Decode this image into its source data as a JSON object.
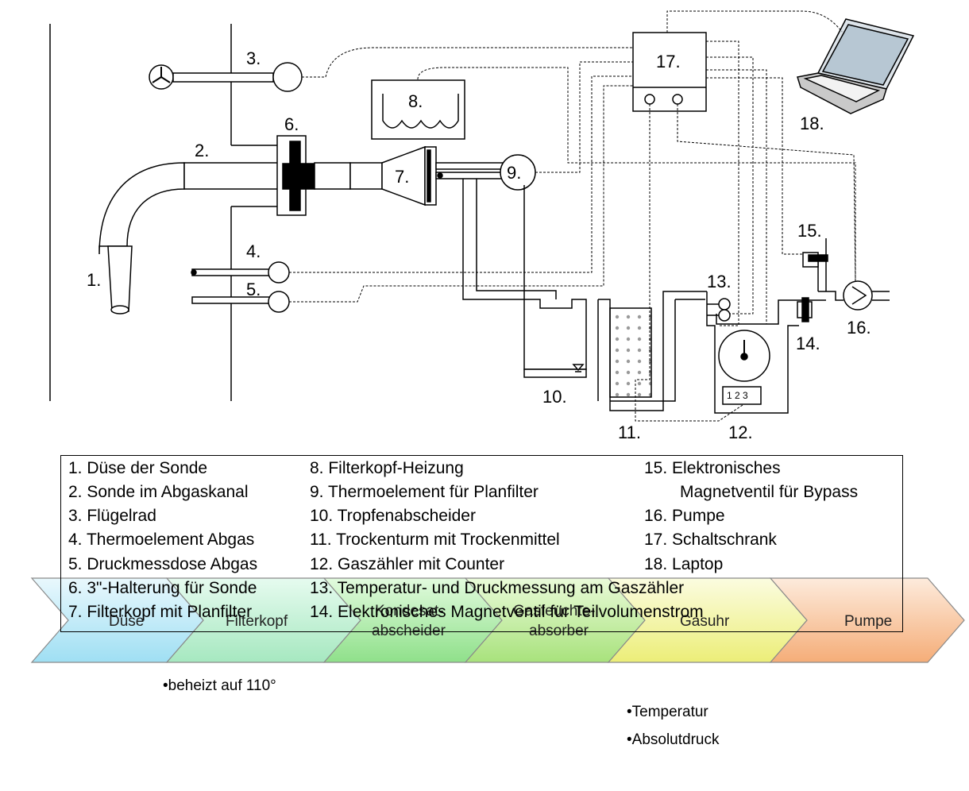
{
  "diagram": {
    "numbers": [
      "1.",
      "2.",
      "3.",
      "4.",
      "5.",
      "6.",
      "7.",
      "8.",
      "9.",
      "10.",
      "11.",
      "12.",
      "13.",
      "14.",
      "15.",
      "16.",
      "17.",
      "18."
    ],
    "counter_display": "1 2 3"
  },
  "legend": {
    "col1": [
      "1. Düse der Sonde",
      "2. Sonde im Abgaskanal",
      "3. Flügelrad",
      "4. Thermoelement Abgas",
      "5. Druckmessdose Abgas",
      "6. 3\"-Halterung für Sonde",
      "7. Filterkopf mit Planfilter"
    ],
    "col2": [
      "8. Filterkopf-Heizung",
      "9. Thermoelement für Planfilter",
      "10. Tropfenabscheider",
      "11. Trockenturm mit Trockenmittel",
      "12. Gaszähler mit Counter",
      "13. Temperatur- und Druckmessung am Gaszähler",
      "14. Elektronisches Magnetventil für Teilvolumenstrom"
    ],
    "col3": [
      "15. Elektronisches",
      "Magnetventil für Bypass",
      "16. Pumpe",
      "17. Schaltschrank",
      "18. Laptop"
    ]
  },
  "process": {
    "steps": [
      {
        "lines": [
          "Düse"
        ],
        "color": "#bfe9f7"
      },
      {
        "lines": [
          "Filterkopf"
        ],
        "color": "#c6f0d6"
      },
      {
        "lines": [
          "Kondesat-",
          "abscheider"
        ],
        "color": "#b6f0b0"
      },
      {
        "lines": [
          "Gasfeuchte-",
          "absorber"
        ],
        "color": "#c8f2a8"
      },
      {
        "lines": [
          "Gasuhr"
        ],
        "color": "#f4f6a8"
      },
      {
        "lines": [
          "Pumpe"
        ],
        "color": "#f9c9a3"
      }
    ],
    "notes": [
      "•beheizt auf 110°",
      "•Temperatur",
      "•Absolutdruck"
    ]
  }
}
